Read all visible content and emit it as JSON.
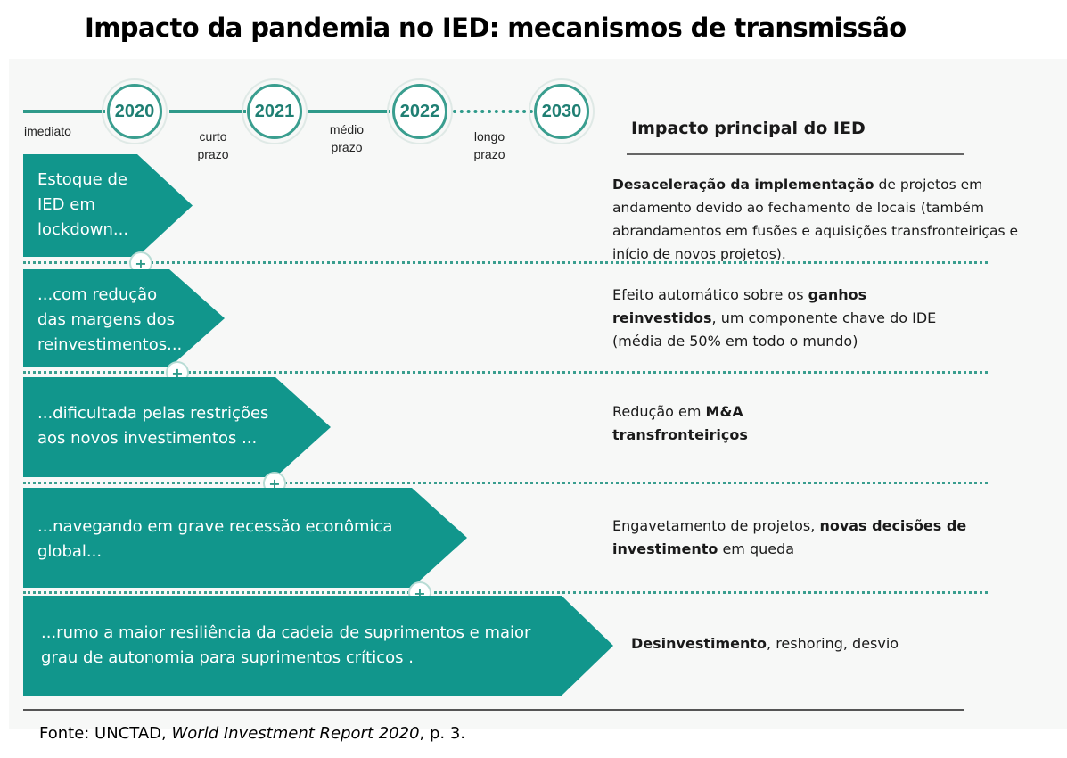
{
  "title": "Impacto da pandemia no IED: mecanismos de transmissão",
  "timeline": {
    "years": [
      "2020",
      "2021",
      "2022",
      "2030"
    ],
    "labels": {
      "immediate": "imediato",
      "short": "curto\nprazo",
      "medium": "médio\nprazo",
      "long": "longo\nprazo"
    }
  },
  "impact_heading": "Impacto principal do IED",
  "rows": [
    {
      "arrow_text": "Estoque de\nIED em\nlockdown...",
      "impact_bold": "Desaceleração da implementação",
      "impact_rest": " de projetos em andamento devido ao fechamento de locais (também abrandamentos em fusões e aquisições transfronteiriças e início de novos projetos)."
    },
    {
      "arrow_text": "...com redução\ndas margens dos\nreinvestimentos...",
      "impact_pre": "Efeito automático sobre os ",
      "impact_bold": "ganhos reinvestidos",
      "impact_rest": ", um componente chave do IDE (média de 50% em todo o mundo)"
    },
    {
      "arrow_text": "...dificultada pelas restrições\naos novos investimentos ...",
      "impact_pre": "Redução em ",
      "impact_bold": "M&A transfronteiriços",
      "impact_rest": ""
    },
    {
      "arrow_text": "...navegando em grave recessão econômica\nglobal...",
      "impact_pre": "Engavetamento de projetos, ",
      "impact_bold": "novas decisões de investimento",
      "impact_rest": " em queda"
    },
    {
      "arrow_text": "...rumo a maior resiliência da cadeia de suprimentos e maior\ngrau de autonomia para suprimentos críticos .",
      "impact_bold": "Desinvestimento",
      "impact_rest": ", reshoring, desvio"
    }
  ],
  "plus_symbol": "+",
  "source": {
    "prefix": "Fonte: UNCTAD, ",
    "italic": "World Investment Report 2020",
    "suffix": ", p. 3."
  }
}
